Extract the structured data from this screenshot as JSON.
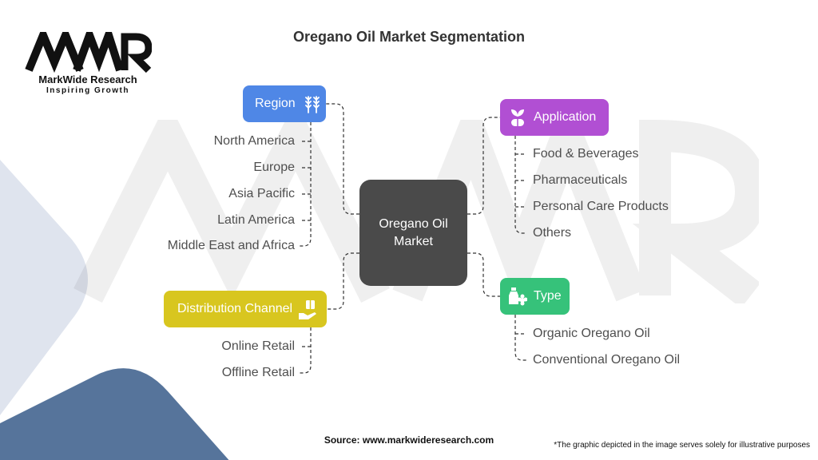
{
  "title": "Oregano Oil Market Segmentation",
  "logo": {
    "mark": "MWR",
    "name": "MarkWide Research",
    "tagline": "Inspiring Growth"
  },
  "center": {
    "label": "Oregano Oil\nMarket"
  },
  "categories": {
    "region": {
      "label": "Region",
      "color": "#4f87e6",
      "icon": "wheat-icon",
      "items": [
        "North America",
        "Europe",
        "Asia Pacific",
        "Latin America",
        "Middle East and Africa"
      ]
    },
    "application": {
      "label": "Application",
      "color": "#b14fd3",
      "icon": "plant-capsule-icon",
      "items": [
        "Food & Beverages",
        "Pharmaceuticals",
        "Personal Care Products",
        "Others"
      ]
    },
    "distribution": {
      "label": "Distribution Channel",
      "color": "#d8c61f",
      "icon": "hand-box-icon",
      "items": [
        "Online Retail",
        "Offline Retail"
      ]
    },
    "type": {
      "label": "Type",
      "color": "#36c27a",
      "icon": "bottle-flower-icon",
      "items": [
        "Organic Oregano Oil",
        "Conventional Oregano Oil"
      ]
    }
  },
  "footer": {
    "source": "Source: www.markwideresearch.com",
    "disclaimer": "*The graphic depicted in the image serves solely for illustrative purposes"
  }
}
